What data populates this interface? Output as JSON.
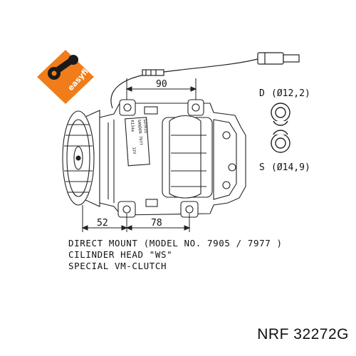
{
  "logo": {
    "text": "easyfit",
    "color": "#f07d1a"
  },
  "dimensions": {
    "top_width": "90",
    "clutch_offset": "52",
    "mount_spacing": "78"
  },
  "ports": {
    "discharge_label": "D",
    "discharge_size": "(Ø12,2)",
    "suction_label": "S",
    "suction_size": "(Ø14,9)"
  },
  "nameplate_lines": [
    "SD7H15",
    "SANDEN 7977",
    "R134a",
    "12V"
  ],
  "specs": {
    "line1": "DIRECT MOUNT (MODEL NO. 7905 / 7977 )",
    "line2": "CILINDER HEAD \"WS\"",
    "line3": "SPECIAL VM-CLUTCH"
  },
  "part_number": "NRF 32272G"
}
